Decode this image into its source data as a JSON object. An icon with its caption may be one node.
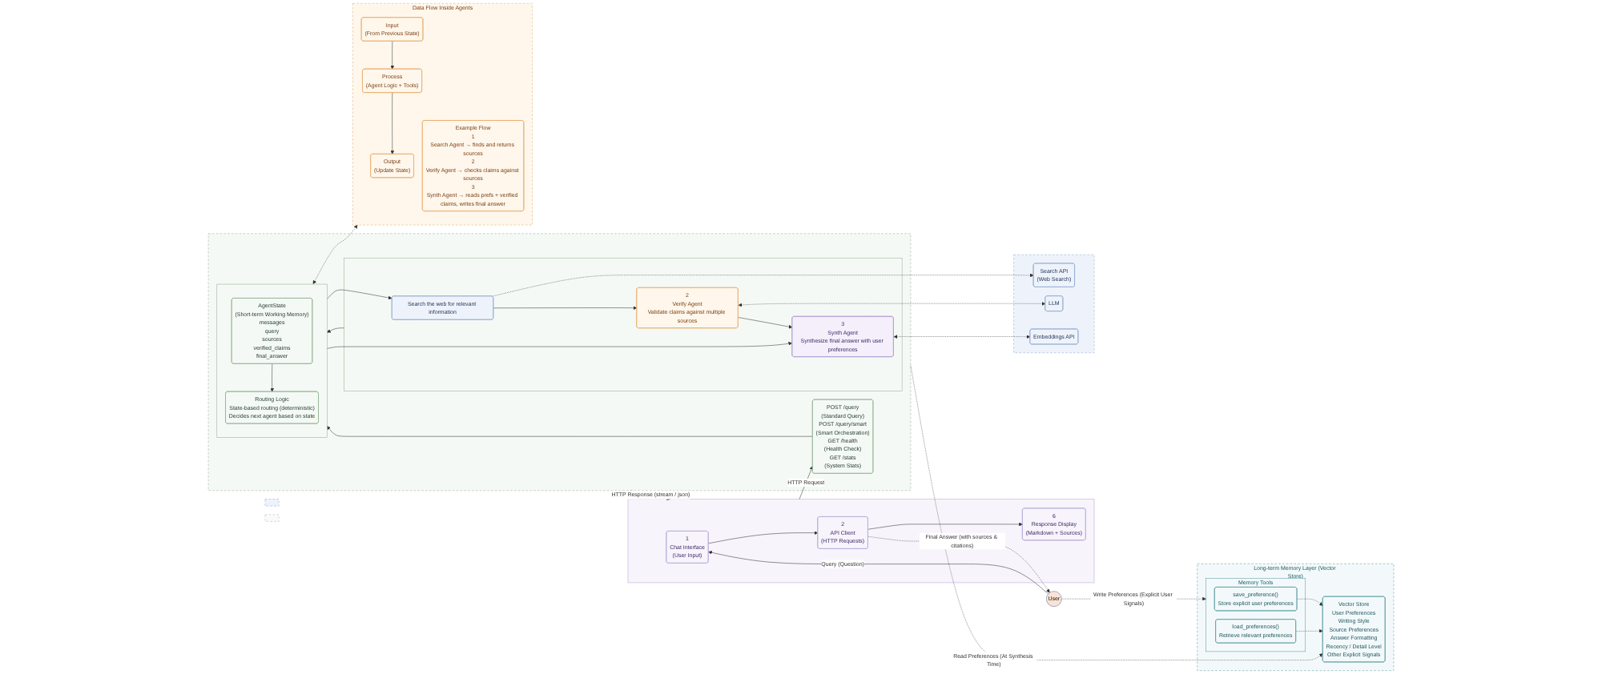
{
  "diagram": {
    "nodes": [
      {
        "text": [
          "User"
        ]
      },
      {
        "text": [],
        "shape": "box"
      },
      {
        "text": [
          "1",
          "Chat Interface",
          "(User Input)"
        ],
        "in": 1
      },
      {
        "text": [
          "2",
          "API Client",
          "(HTTP Requests)"
        ],
        "in": 1
      },
      {
        "text": [
          "6",
          "Response Display",
          "(Markdown + Sources)"
        ],
        "in": 1
      },
      {
        "text": [],
        "shape": "box"
      },
      {
        "text": [
          "POST /query",
          "(Standard Query)",
          "POST /query/smart",
          "(Smart Orchestration)",
          "GET /health",
          "(Health Check)",
          "GET /stats",
          "(System Stats)"
        ],
        "in": 5
      },
      {
        "text": [],
        "shape": "box",
        "in": 5
      },
      {
        "text": [
          "AgentState",
          "(Short-term Working Memory)",
          "messages",
          "query",
          "sources",
          "verified_claims",
          "final_answer"
        ],
        "in": 7
      },
      {
        "text": [
          "Routing Logic",
          "State-based routing (deterministic)",
          "Decides next agent based on state"
        ],
        "in": 7
      },
      {
        "text": [],
        "shape": "box",
        "in": 5
      },
      {
        "text": [
          "Search the web for relevant information"
        ],
        "in": 10
      },
      {
        "text": [
          "2",
          "Verify Agent",
          "Validate claims against multiple sources"
        ],
        "in": 10
      },
      {
        "text": [
          "3",
          "Synth Agent",
          "Synthesize final answer with user preferences"
        ],
        "in": 10
      },
      {
        "text": [],
        "shape": "box"
      },
      {
        "text": [
          "Search API",
          "(Web Search)"
        ],
        "in": 14
      },
      {
        "text": [
          "LLM"
        ],
        "in": 14
      },
      {
        "text": [
          "Embeddings API"
        ],
        "in": 14
      },
      {
        "text": [
          "Long-term Memory Layer (Vector Store)"
        ]
      },
      {
        "text": [
          "Memory Tools"
        ],
        "in": 18
      },
      {
        "text": [
          "save_preference()",
          "Store explicit user preferences"
        ],
        "in": 19
      },
      {
        "text": [
          "load_preferences()",
          "Retrieve relevant preferences"
        ],
        "in": 19
      },
      {
        "text": [
          "Vector Store",
          "User Preferences",
          "Writing Style",
          "Source Preferences",
          "Answer Formatting",
          "Recency / Detail Level",
          "Other Explicit Signals"
        ],
        "in": 18
      },
      {
        "text": [
          "Data Flow Inside Agents"
        ]
      },
      {
        "text": [
          "Input",
          "(From Previous State)"
        ],
        "in": 23
      },
      {
        "text": [
          "Process",
          "(Agent Logic + Tools)"
        ],
        "in": 23
      },
      {
        "text": [
          "Output",
          "(Update State)"
        ],
        "in": 23
      },
      {
        "text": [
          "Example Flow",
          "1",
          "Search Agent → finds and returns sources",
          "2",
          "Verify Agent → checks claims against sources",
          "3",
          "Synth Agent → reads prefs + verified claims, writes final answer"
        ],
        "in": 23
      },
      {
        "text": [],
        "shape": "box"
      },
      {
        "text": [],
        "shape": "box"
      }
    ],
    "edges": [
      {
        "from": 0,
        "to": 2,
        "arrow": "to",
        "label": "Query (Question)"
      },
      {
        "from": 2,
        "to": 3,
        "arrow": "to"
      },
      {
        "from": 3,
        "to": 4,
        "arrow": "to"
      },
      {
        "from": 1,
        "to": 6,
        "arrow": "to",
        "label": "HTTP Request"
      },
      {
        "from": 5,
        "to": 1,
        "arrow": "to",
        "style": "dashed",
        "label": "HTTP Response (stream / json)"
      },
      {
        "from": 3,
        "to": 0,
        "arrow": "to",
        "style": "dashed",
        "label": "Final Answer (with sources & citations)"
      },
      {
        "from": 0,
        "to": 19,
        "arrow": "to",
        "style": "dashed",
        "label": "Write Preferences (Explicit User Signals)"
      },
      {
        "from": 6,
        "to": 7,
        "arrow": "to"
      },
      {
        "from": 8,
        "to": 9,
        "arrow": "to"
      },
      {
        "from": 7,
        "to": 11,
        "arrow": "to"
      },
      {
        "from": 10,
        "to": 7,
        "arrow": "to"
      },
      {
        "from": 7,
        "to": 13,
        "arrow": "to"
      },
      {
        "from": 11,
        "to": 12,
        "arrow": "to"
      },
      {
        "from": 12,
        "to": 13,
        "arrow": "to"
      },
      {
        "from": 11,
        "to": 15,
        "arrow": "to",
        "style": "dashed"
      },
      {
        "from": 12,
        "to": 16,
        "arrow": "both",
        "style": "dashed"
      },
      {
        "from": 13,
        "to": 17,
        "arrow": "both",
        "style": "dashed"
      },
      {
        "from": 5,
        "to": 22,
        "arrow": "to",
        "style": "dashed",
        "label": "Read Preferences (At Synthesis Time)"
      },
      {
        "from": 7,
        "to": 23,
        "arrow": "both",
        "style": "dashed"
      },
      {
        "from": 20,
        "to": 22,
        "arrow": "to",
        "style": "dashed"
      },
      {
        "from": 21,
        "to": 22,
        "arrow": "to",
        "style": "dashed"
      },
      {
        "from": 24,
        "to": 25,
        "arrow": "to"
      },
      {
        "from": 25,
        "to": 26,
        "arrow": "to"
      }
    ]
  }
}
